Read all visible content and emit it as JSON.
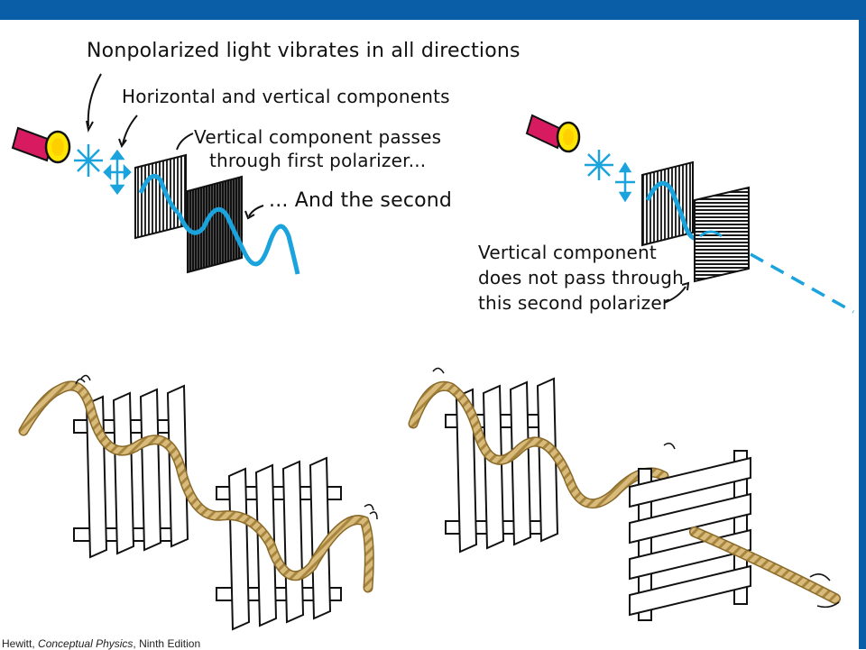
{
  "labels": {
    "nonpolarized": "Nonpolarized light vibrates in all directions",
    "components": "Horizontal and vertical components",
    "passes_line1": "Vertical component passes",
    "passes_line2": "through first polarizer...",
    "second": "... And the second",
    "blocked_line1": "Vertical component",
    "blocked_line2": "does not pass through",
    "blocked_line3": "this second polarizer"
  },
  "credit": {
    "author": "Hewitt,",
    "book": "Conceptual Physics",
    "edition": "Ninth Edition"
  },
  "colors": {
    "header_bar": "#0a5ea8",
    "light_wave": "#1aa3dc",
    "flashlight_body": "#d81b60",
    "flashlight_lens": "#ffe600",
    "rope": "#c9a865",
    "polarizer_dark": "#2a2a2a"
  },
  "icons": [
    "flashlight-icon",
    "star-polarization-icon",
    "cross-arrows-icon"
  ]
}
